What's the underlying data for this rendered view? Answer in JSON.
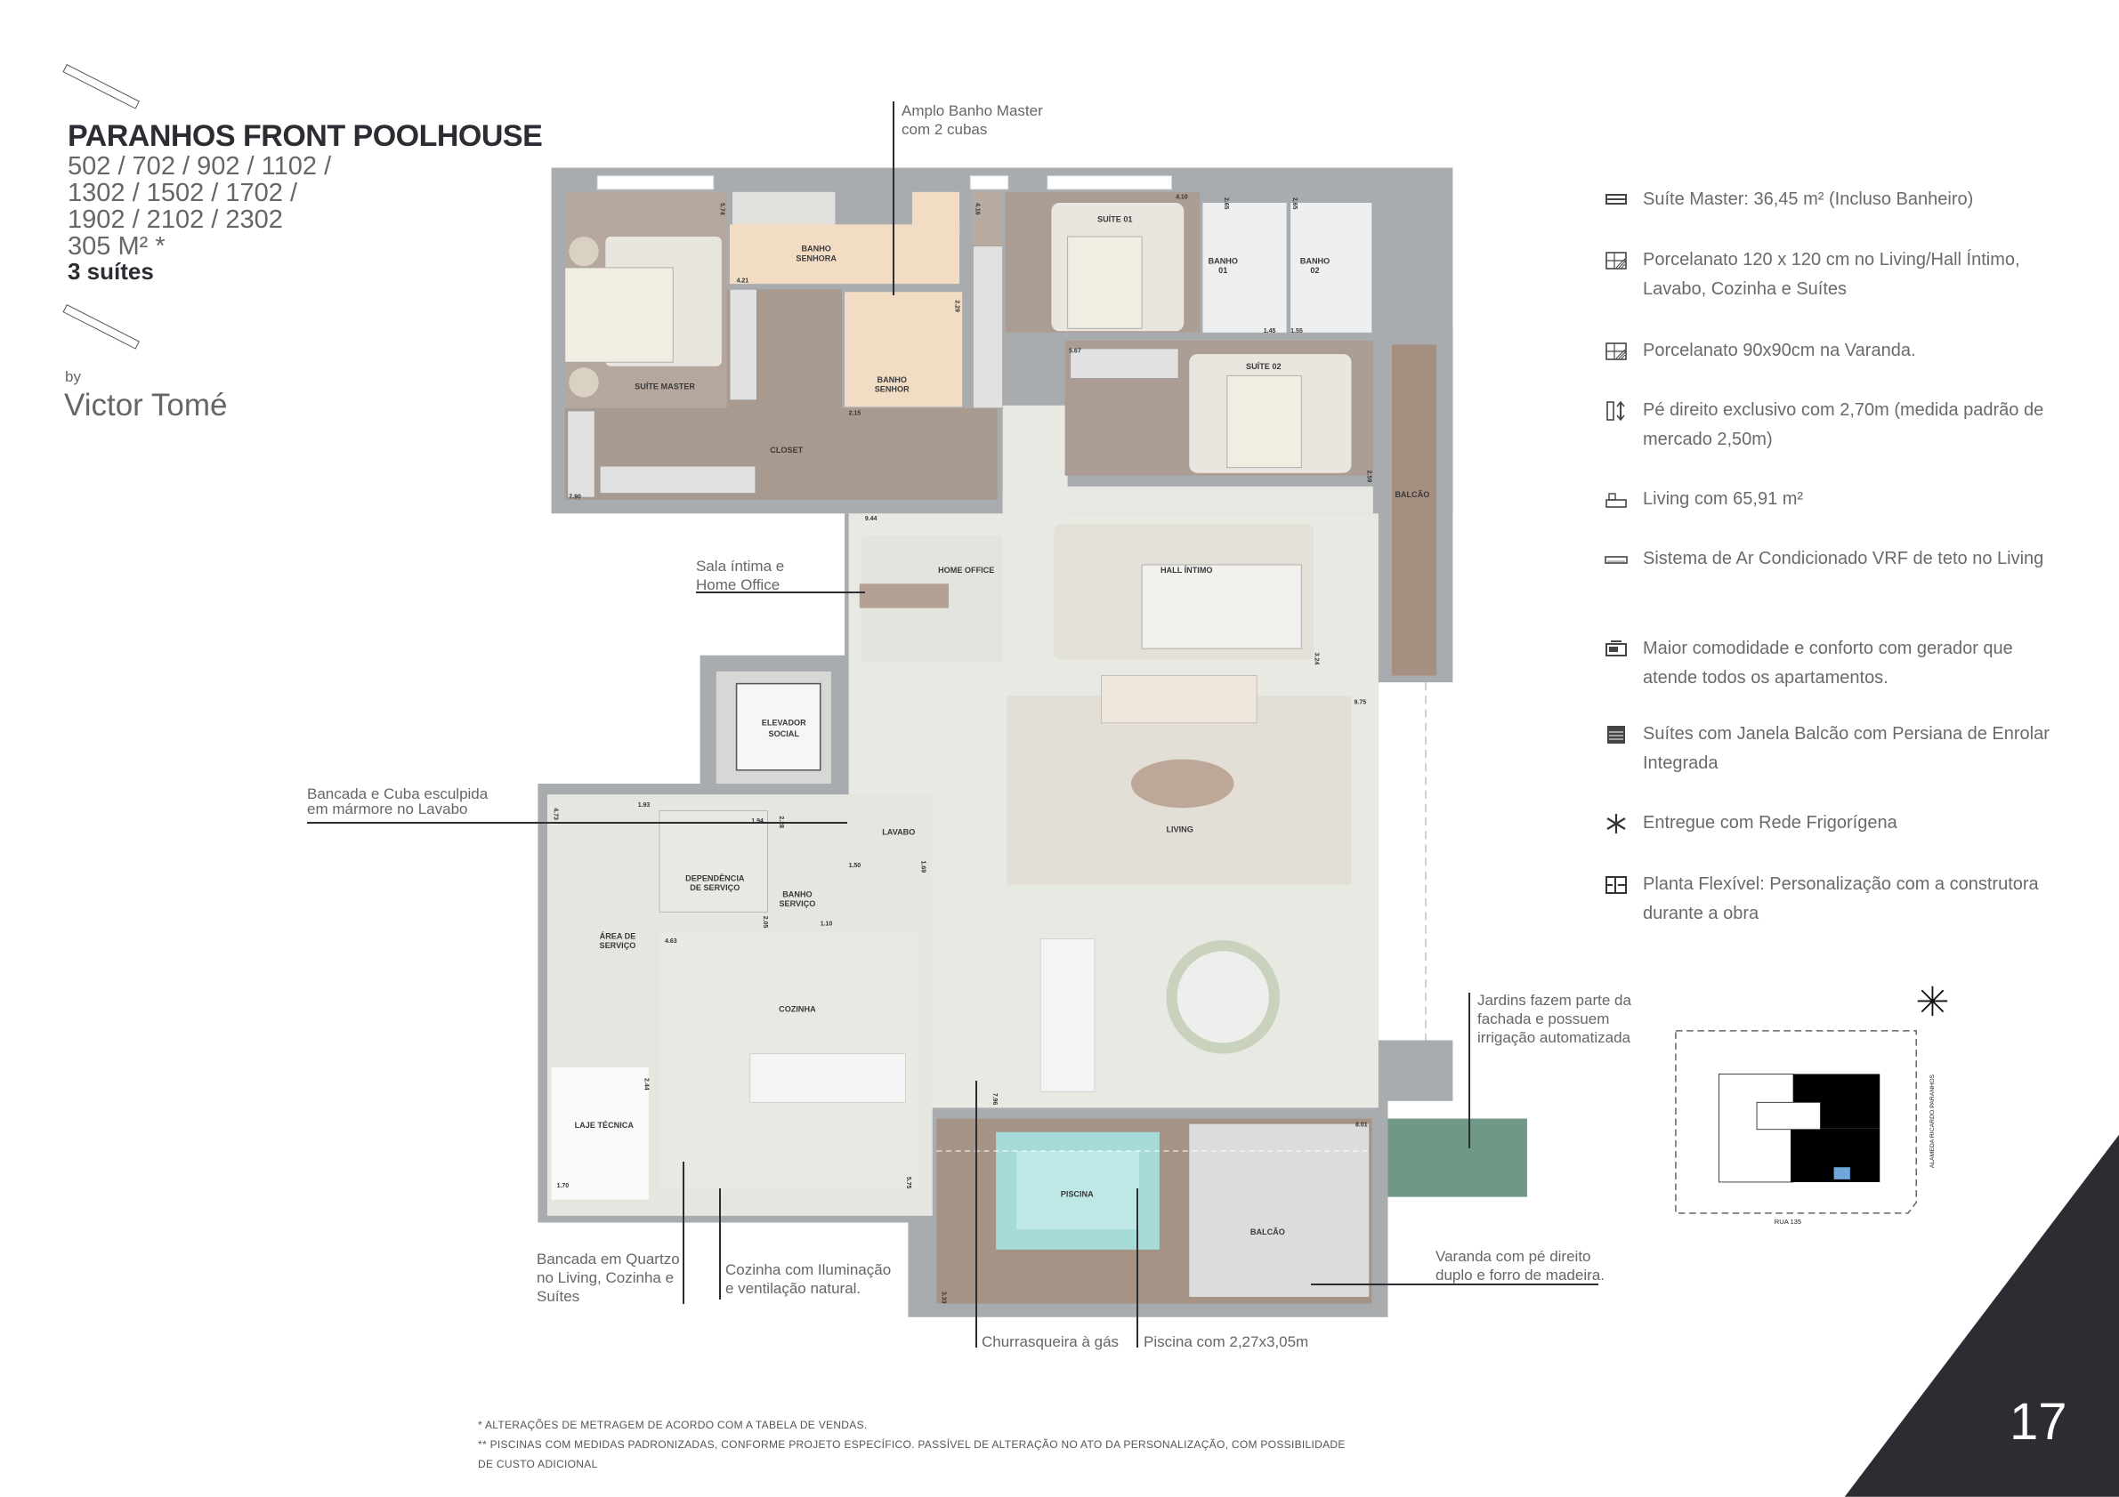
{
  "header": {
    "title": "PARANHOS FRONT POOLHOUSE",
    "units_lines": [
      "502 / 702 / 902 / 1102 /",
      "1302 / 1502 / 1702 /",
      "1902 / 2102 / 2302",
      "305 M² *"
    ],
    "suites": "3 suítes",
    "by": "by",
    "author": "Victor Tomé"
  },
  "features": [
    {
      "icon": "bed-icon",
      "text": "Suíte Master: 36,45 m² (Incluso Banheiro)"
    },
    {
      "icon": "floor-tile-icon",
      "text": "Porcelanato 120 x 120 cm no Living/Hall Íntimo, Lavabo, Cozinha e Suítes"
    },
    {
      "icon": "floor-tile-icon",
      "text": "Porcelanato 90x90cm na Varanda."
    },
    {
      "icon": "ceiling-height-icon",
      "text": "Pé direito exclusivo com 2,70m (medida padrão de mercado 2,50m)"
    },
    {
      "icon": "living-room-icon",
      "text": " Living com 65,91 m²"
    },
    {
      "icon": "air-conditioner-icon",
      "text": "Sistema de Ar Condicionado VRF de teto no Living"
    },
    {
      "icon": "generator-icon",
      "text": "Maior comodidade e conforto com gerador que atende todos os apartamentos."
    },
    {
      "icon": "window-blind-icon",
      "text": "Suítes com Janela Balcão com Persiana de Enrolar Integrada"
    },
    {
      "icon": "snowflake-icon",
      "text": "Entregue com Rede Frigorígena"
    },
    {
      "icon": "floor-plan-icon",
      "text": "Planta Flexível: Personalização com a construtora durante a obra"
    }
  ],
  "callouts": {
    "banho_master": "Amplo Banho Master\ncom 2 cubas",
    "home_office": "Sala íntima e\nHome Office",
    "lavabo": "Bancada e Cuba esculpida\nem mármore no Lavabo",
    "jardins": "Jardins fazem parte da\nfachada e possuem\nirrigação automatizada",
    "varanda": "Varanda com pé direito\nduplo e forro de madeira.",
    "bancada": "Bancada em Quartzo\nno Living, Cozinha e\nSuítes",
    "cozinha": "Cozinha com Iluminação\ne ventilação natural.",
    "churrasqueira": "Churrasqueira à gás",
    "piscina": "Piscina com  2,27x3,05m"
  },
  "rooms": {
    "suite_master": "SUÍTE MASTER",
    "banho_senhora_1": "BANHO",
    "banho_senhora_2": "SENHORA",
    "banho_senhor_1": "BANHO",
    "banho_senhor_2": "SENHOR",
    "closet": "CLOSET",
    "suite_01": "SUÍTE 01",
    "banho_01_1": "BANHO",
    "banho_01_2": "01",
    "banho_02_1": "BANHO",
    "banho_02_2": "02",
    "suite_02": "SUÍTE 02",
    "balcao_lateral": "BALCÃO",
    "home_office": "HOME OFFICE",
    "hall_intimo": "HALL ÍNTIMO",
    "elevador_1": "ELEVADOR",
    "elevador_2": "SOCIAL",
    "living": "LIVING",
    "lavabo": "LAVABO",
    "dependencia_1": "DEPENDÊNCIA",
    "dependencia_2": "DE SERVIÇO",
    "banho_servico_1": "BANHO",
    "banho_servico_2": "SERVIÇO",
    "area_servico_1": "ÁREA DE",
    "area_servico_2": "SERVIÇO",
    "cozinha": "COZINHA",
    "laje_tecnica": "LAJE TÉCNICA",
    "piscina": "PISCINA",
    "balcao_varanda": "BALCÃO"
  },
  "measurements": [
    "5.74",
    "4.21",
    "4.16",
    "2.29",
    "2.15",
    "7.90",
    "9.44",
    "4.10",
    "2.65",
    "2.65",
    "1.45",
    "1.55",
    "5.67",
    "2.59",
    "3.24",
    "9.75",
    "1.93",
    "4.73",
    "1.94",
    "2.28",
    "1.50",
    "1.69",
    "2.05",
    "1.10",
    "4.63",
    "2.44",
    "7.96",
    "8.01",
    "1.70",
    "5.75",
    "3.33"
  ],
  "site_plan": {
    "street_bottom": "RUA 135",
    "street_right": "ALAMEDA RICARDO PARANHOS"
  },
  "footnotes": [
    "* ALTERAÇÕES DE METRAGEM DE ACORDO COM A TABELA DE VENDAS.",
    "** PISCINAS COM MEDIDAS PADRONIZADAS, CONFORME PROJETO ESPECÍFICO. PASSÍVEL DE ALTERAÇÃO NO ATO DA PERSONALIZAÇÃO, COM POSSIBILIDADE",
    "DE CUSTO ADICIONAL"
  ],
  "page_number": "17",
  "colors": {
    "wall": "#a9acaf",
    "wood": "#ab9d94",
    "stone": "#e9e9e4",
    "bath": "#f3dcc4",
    "pool": "#a8dcd8",
    "garden": "#6f9886",
    "dark": "#2b2d33"
  }
}
